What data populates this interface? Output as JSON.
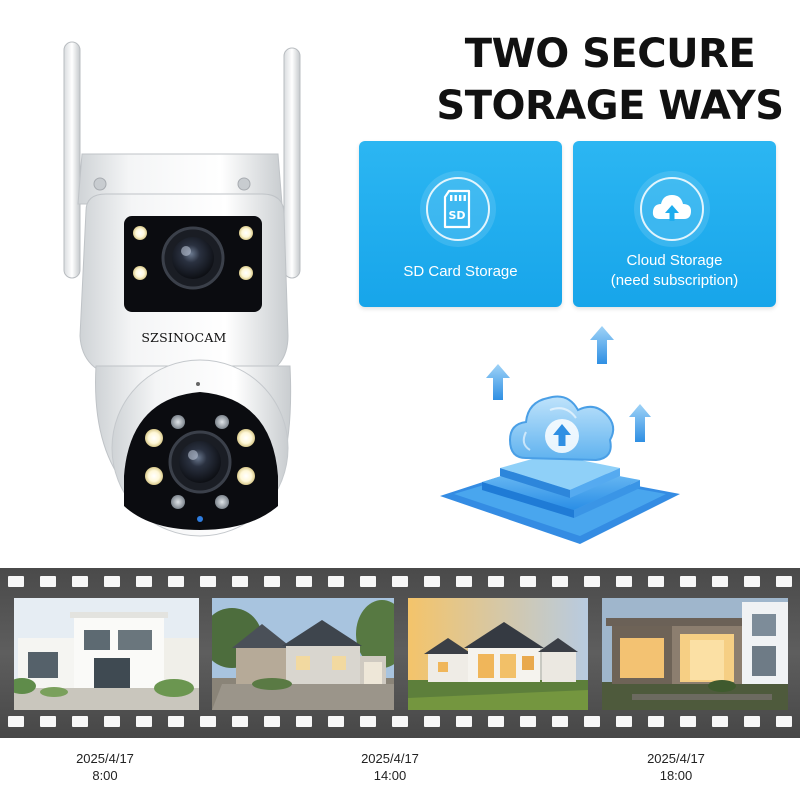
{
  "brand": "SZSINOCAM",
  "headline": {
    "line1": "TWO SECURE",
    "line2": "STORAGE WAYS"
  },
  "cards": [
    {
      "icon": "sd-card-icon",
      "icon_text": "SD",
      "label": "SD Card Storage"
    },
    {
      "icon": "cloud-upload-icon",
      "label_line1": "Cloud Storage",
      "label_line2": "(need subscription)"
    }
  ],
  "timestamps": [
    {
      "date": "2025/4/17",
      "time": "8:00"
    },
    {
      "date": "2025/4/17",
      "time": "14:00"
    },
    {
      "date": "2025/4/17",
      "time": "18:00"
    }
  ],
  "colors": {
    "card_blue": "#1fadee",
    "cloud_blue": "#4fb0ef",
    "film": "#555555"
  }
}
